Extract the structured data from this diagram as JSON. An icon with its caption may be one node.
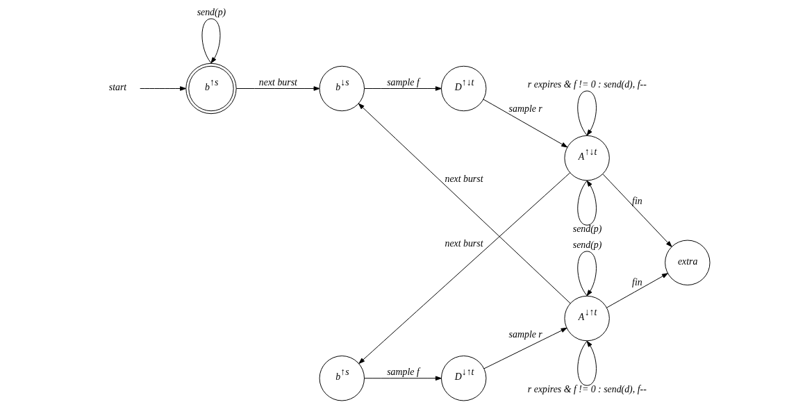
{
  "diagram": {
    "nodes": [
      {
        "text": [
          "start"
        ]
      },
      {
        "text": [
          "b$^{↑s}$"
        ]
      },
      {
        "text": [
          "b$^{↓s}$"
        ]
      },
      {
        "text": [
          "D$^{↑↓t}$"
        ]
      },
      {
        "text": [
          "A$^{↑↓t}$"
        ]
      },
      {
        "text": [
          "extra"
        ]
      },
      {
        "text": [
          "b$^{↑s}$"
        ]
      },
      {
        "text": [
          "D$^{↓↑t}$"
        ]
      },
      {
        "text": [
          "A$^{↓↑t}$"
        ]
      }
    ],
    "edges": [
      {
        "from": 0,
        "to": 1,
        "arrow": "to"
      },
      {
        "from": 1,
        "to": 1,
        "arrow": "to",
        "label": "send(p)"
      },
      {
        "from": 1,
        "to": 2,
        "arrow": "to",
        "label": "next burst"
      },
      {
        "from": 2,
        "to": 3,
        "arrow": "to",
        "label": "sample f"
      },
      {
        "from": 3,
        "to": 4,
        "arrow": "to",
        "label": "sample r"
      },
      {
        "from": 4,
        "to": 4,
        "arrow": "to",
        "label": "r expires & f != 0 : send(d), f--"
      },
      {
        "from": 4,
        "to": 4,
        "arrow": "to",
        "label": "send(p)"
      },
      {
        "from": 4,
        "to": 5,
        "arrow": "to",
        "label": "fin"
      },
      {
        "from": 8,
        "to": 2,
        "arrow": "to",
        "label": "next burst"
      },
      {
        "from": 4,
        "to": 6,
        "arrow": "to",
        "label": "next burst"
      },
      {
        "from": 8,
        "to": 8,
        "arrow": "to",
        "label": "send(p)"
      },
      {
        "from": 8,
        "to": 5,
        "arrow": "to",
        "label": "fin"
      },
      {
        "from": 6,
        "to": 7,
        "arrow": "to",
        "label": "sample f"
      },
      {
        "from": 7,
        "to": 8,
        "arrow": "to",
        "label": "sample r"
      },
      {
        "from": 8,
        "to": 8,
        "arrow": "to",
        "label": "r expires & f != 0 : send(d), f--"
      }
    ]
  }
}
